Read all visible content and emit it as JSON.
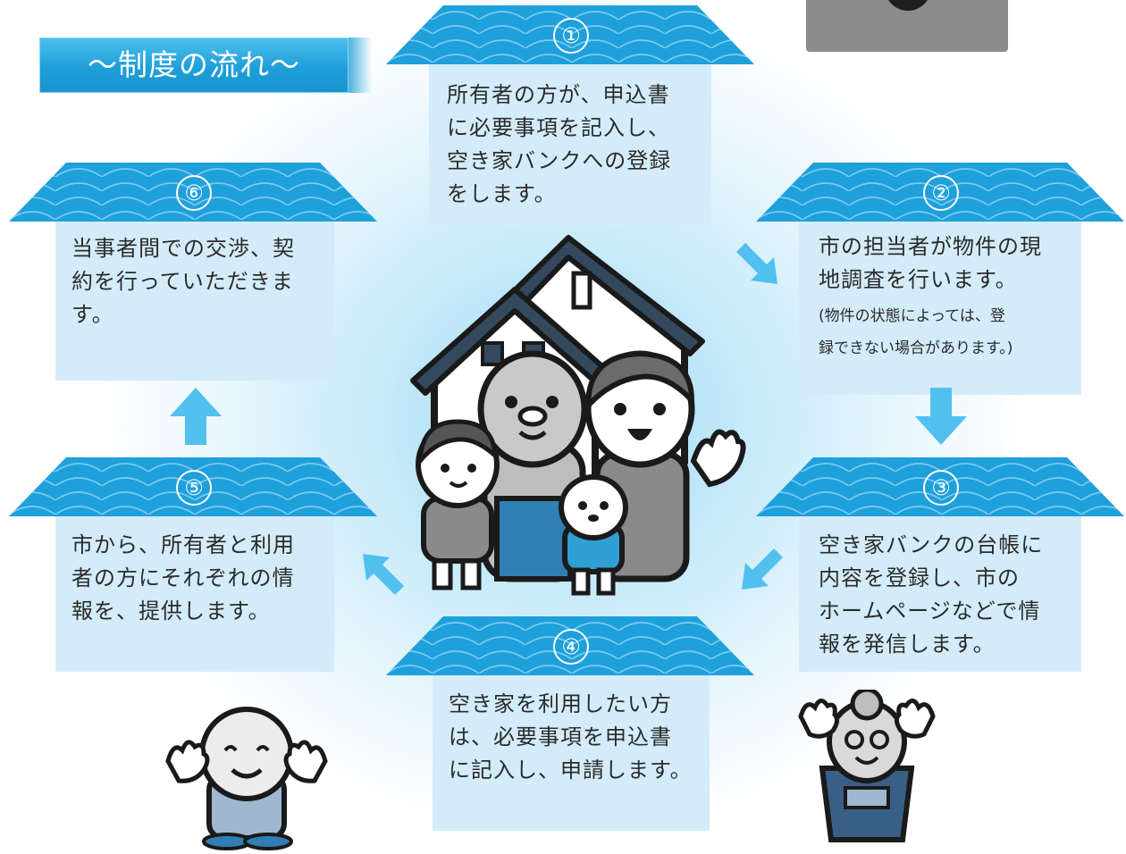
{
  "title": "〜制度の流れ〜",
  "colors": {
    "accent": "#1ea0db",
    "card_bg": "#d4ecf9",
    "arrow": "#52c0ee"
  },
  "steps": [
    {
      "num": "①",
      "text_lines": [
        "所有者の方が、申込書",
        "に必要事項を記入し、",
        "空き家バンクへの登録",
        "をします。"
      ]
    },
    {
      "num": "②",
      "text_lines": [
        "市の担当者が物件の現",
        "地調査を行います。"
      ],
      "note_lines": [
        "(物件の状態によっては、登",
        "録できない場合があります。)"
      ]
    },
    {
      "num": "③",
      "text_lines": [
        "空き家バンクの台帳に",
        "内容を登録し、市の",
        "ホームページなどで情",
        "報を発信します。"
      ]
    },
    {
      "num": "④",
      "text_lines": [
        "空き家を利用したい方",
        "は、必要事項を申込書",
        "に記入し、申請します。"
      ]
    },
    {
      "num": "⑤",
      "text_lines": [
        "市から、所有者と利用",
        "者の方にそれぞれの情",
        "報を、提供します。"
      ]
    },
    {
      "num": "⑥",
      "text_lines": [
        "当事者間での交渉、契",
        "約を行っていただきま",
        "す。"
      ]
    }
  ],
  "icons": [
    "arrow-down-right-icon",
    "arrow-down-icon",
    "arrow-down-left-icon",
    "arrow-up-left-icon",
    "arrow-up-icon",
    "family-house-illustration",
    "old-man-illustration",
    "old-woman-illustration"
  ]
}
